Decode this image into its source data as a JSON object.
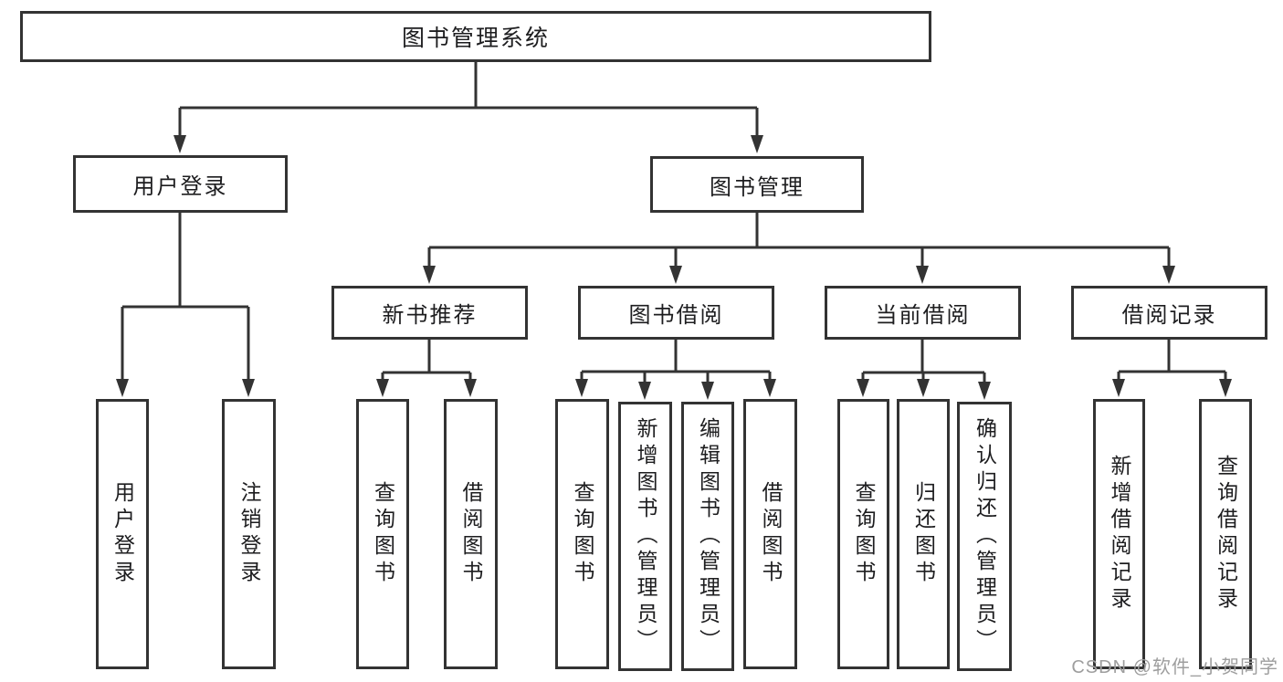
{
  "diagram": {
    "watermark": "CSDN @软件_小贺同学",
    "colors": {
      "line": "#333333",
      "text": "#1d1d1f",
      "background": "#ffffff",
      "watermark": "#9e9e9e"
    },
    "tree": {
      "label": "图书管理系统",
      "children": [
        {
          "label": "用户登录",
          "children": [
            {
              "label": "用户登录"
            },
            {
              "label": "注销登录"
            }
          ]
        },
        {
          "label": "图书管理",
          "children": [
            {
              "label": "新书推荐",
              "children": [
                {
                  "label": "查询图书"
                },
                {
                  "label": "借阅图书"
                }
              ]
            },
            {
              "label": "图书借阅",
              "children": [
                {
                  "label": "查询图书"
                },
                {
                  "label": "新增图书（管理员）"
                },
                {
                  "label": "编辑图书（管理员）"
                },
                {
                  "label": "借阅图书"
                }
              ]
            },
            {
              "label": "当前借阅",
              "children": [
                {
                  "label": "查询图书"
                },
                {
                  "label": "归还图书"
                },
                {
                  "label": "确认归还（管理员）"
                }
              ]
            },
            {
              "label": "借阅记录",
              "children": [
                {
                  "label": "新增借阅记录"
                },
                {
                  "label": "查询借阅记录"
                }
              ]
            }
          ]
        }
      ]
    }
  }
}
